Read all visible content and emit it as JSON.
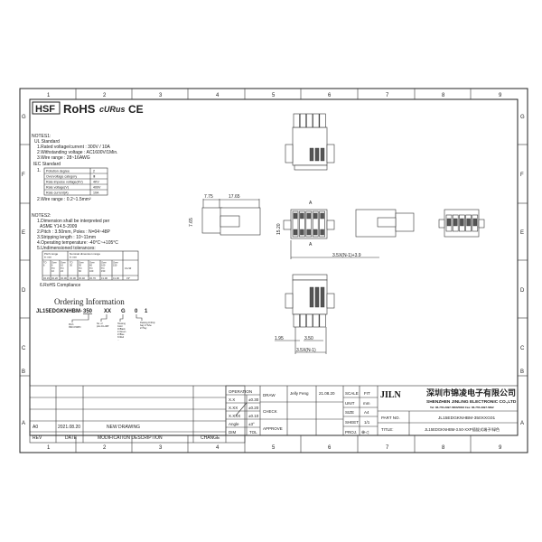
{
  "frame": {
    "columns": [
      "1",
      "2",
      "3",
      "4",
      "5",
      "6",
      "7",
      "8",
      "9"
    ],
    "rows": [
      "G",
      "F",
      "E",
      "D",
      "C",
      "B",
      "A"
    ]
  },
  "header": {
    "hsf": "HSF",
    "rohs": "RoHS",
    "ul_mark": "cURus",
    "ce_mark": "CE"
  },
  "notes1": {
    "title": "NOTES1:",
    "ul_title": "UL Standard",
    "ul_items": [
      "1.Rated voltage/current : 300V / 10A",
      "2.Withstanding voltage : AC1600V/1Min.",
      "3.Wire range : 28~16AWG"
    ],
    "iec_title": "IEC Standard",
    "iec_prefix": "1.",
    "iec_table": [
      [
        "Pollution degree",
        "2"
      ],
      [
        "Overvoltage category",
        "Ⅲ"
      ],
      [
        "Rate impulse voltage(KV)",
        "4KV"
      ],
      [
        "Rate voltage(V)",
        "400V"
      ],
      [
        "Rate current(A)",
        "10A"
      ]
    ],
    "iec_wire": "2.Wire range : 0.2~1.5mm²"
  },
  "notes2": {
    "title": "NOTES2:",
    "items": [
      "1.Dimension shall be interpreted per",
      "ASME Y14.5-2009",
      "2.Pitch : 3.50mm, Poles : N=04~48P",
      "3.Stripping length : 10~11mm",
      "4.Operating temperature: -40°C~+105°C",
      "5.Undimensioned tolerances:"
    ],
    "tol_header": [
      "Pitch range in mm",
      "Nominal dimension range in mm",
      "",
      ""
    ],
    "tol_row1": [
      "TO 6",
      "Over 6 TO 10",
      "Over 10 TO 24",
      "TO 30",
      "Over 30 TO 60",
      "Over 60 TO 100",
      "Over 100 TO 150",
      "Over 150",
      "0.1/10"
    ],
    "tol_row2": [
      "±0.15",
      "±0.20",
      "±0.30",
      "±0.30",
      "±0.40",
      "±0.70",
      "±1.00",
      "±1.30",
      "±3°"
    ],
    "rohs": "6.RoHS Compliance"
  },
  "ordering": {
    "title": "Ordering Information",
    "parts": [
      "JL15EDGKNHBM-",
      "350",
      "XX",
      "G",
      "0",
      "1"
    ],
    "notes": [
      "Pitch 350=3.50PN",
      "No. of pins 04~48P",
      "Housing Color 0=Black 1=Green 2=Blue 3=Red ...",
      "Packing 0=Poly bag 1=Tube 2=Tray"
    ]
  },
  "drawing": {
    "dims": [
      "7.75",
      "17.65",
      "7.65",
      "15.20",
      "3.5X(N-1)+3.9",
      "1.95",
      "3.50",
      "3.5X(N-1)"
    ],
    "section": "A"
  },
  "revisions": {
    "rows": [
      {
        "rev": "",
        "date": "",
        "desc": "",
        "change": ""
      },
      {
        "rev": "",
        "date": "",
        "desc": "",
        "change": ""
      },
      {
        "rev": "",
        "date": "",
        "desc": "",
        "change": ""
      },
      {
        "rev": "A0",
        "date": "2021.08.20",
        "desc": "NEW DRAWING",
        "change": ""
      }
    ],
    "header": {
      "rev": "REV",
      "date": "DATE",
      "desc": "MODIFICATION DESCRIPTION",
      "change": "CHANGE"
    }
  },
  "title_block": {
    "operation": "OPERATION",
    "tolerances": [
      {
        "dim": "X.X",
        "tol": "±0.30"
      },
      {
        "dim": "X.XX",
        "tol": "±0.20"
      },
      {
        "dim": "X.XXX",
        "tol": "±0.10"
      },
      {
        "dim": "Angle",
        "tol": "±3°"
      }
    ],
    "dim_label": "DIM",
    "tol_label": "TOL",
    "draw_label": "DRAW",
    "check_label": "CHECK",
    "approve_label": "APPROVE",
    "drawer": "Jelly Feng",
    "draw_date": "21.08.20",
    "scale_label": "SCALE",
    "scale": "FIT",
    "unit_label": "UNIT",
    "unit": "mm",
    "size_label": "SIZE",
    "size": "A4",
    "sheet_label": "SHEET",
    "sheet": "1/1",
    "proj_label": "PROJ.",
    "proj": "⊕◁",
    "logo": "JILN",
    "company_cn": "深圳市锦凌电子有限公司",
    "company_en": "SHENZHEN JINLING ELECTRONIC CO.,LTD",
    "contact": "Tel: 86-755-2997-5806/5802   Fax: 86-755-2997-5892",
    "part_no_label": "PART NO.",
    "part_no": "JL15EDGKNHBM-350XXG01",
    "title_label": "TITLE:",
    "title": "JL15EDGKNHBM-3.50-XXP插拔式端子/绿色"
  }
}
